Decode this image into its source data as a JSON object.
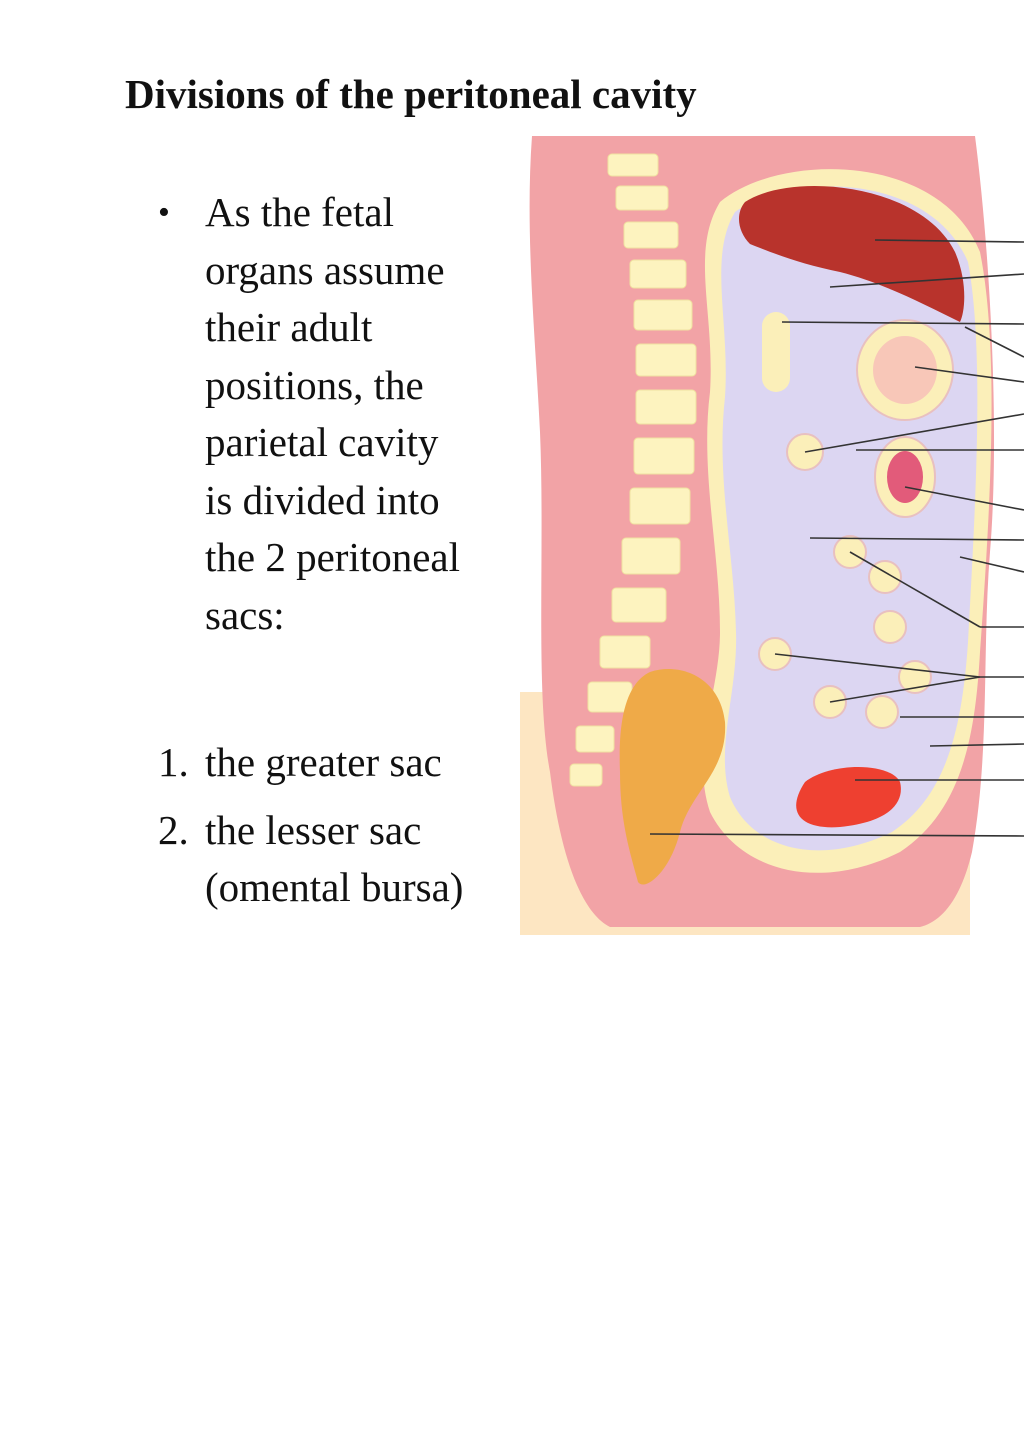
{
  "title": "Divisions of the peritoneal cavity",
  "bullet": {
    "lines": [
      "As the fetal",
      "organs assume",
      "their adult",
      "positions, the",
      "parietal cavity",
      "is divided into",
      "the 2 peritoneal",
      "sacs:"
    ]
  },
  "list": [
    {
      "marker": "1.",
      "lines": [
        "the greater sac"
      ]
    },
    {
      "marker": "2.",
      "lines": [
        "the lesser sac",
        "(omental bursa)"
      ]
    }
  ],
  "colors": {
    "body_wall": "#f2a3a6",
    "vertebra": "#fdf3bf",
    "membrane": "#fbefb9",
    "cavity": "#dcd6f2",
    "liver": "#b8332c",
    "rectum": "#efaa48",
    "bladder": "#ee4030",
    "skin": "#fde6c2",
    "leader_line": "#333333"
  }
}
